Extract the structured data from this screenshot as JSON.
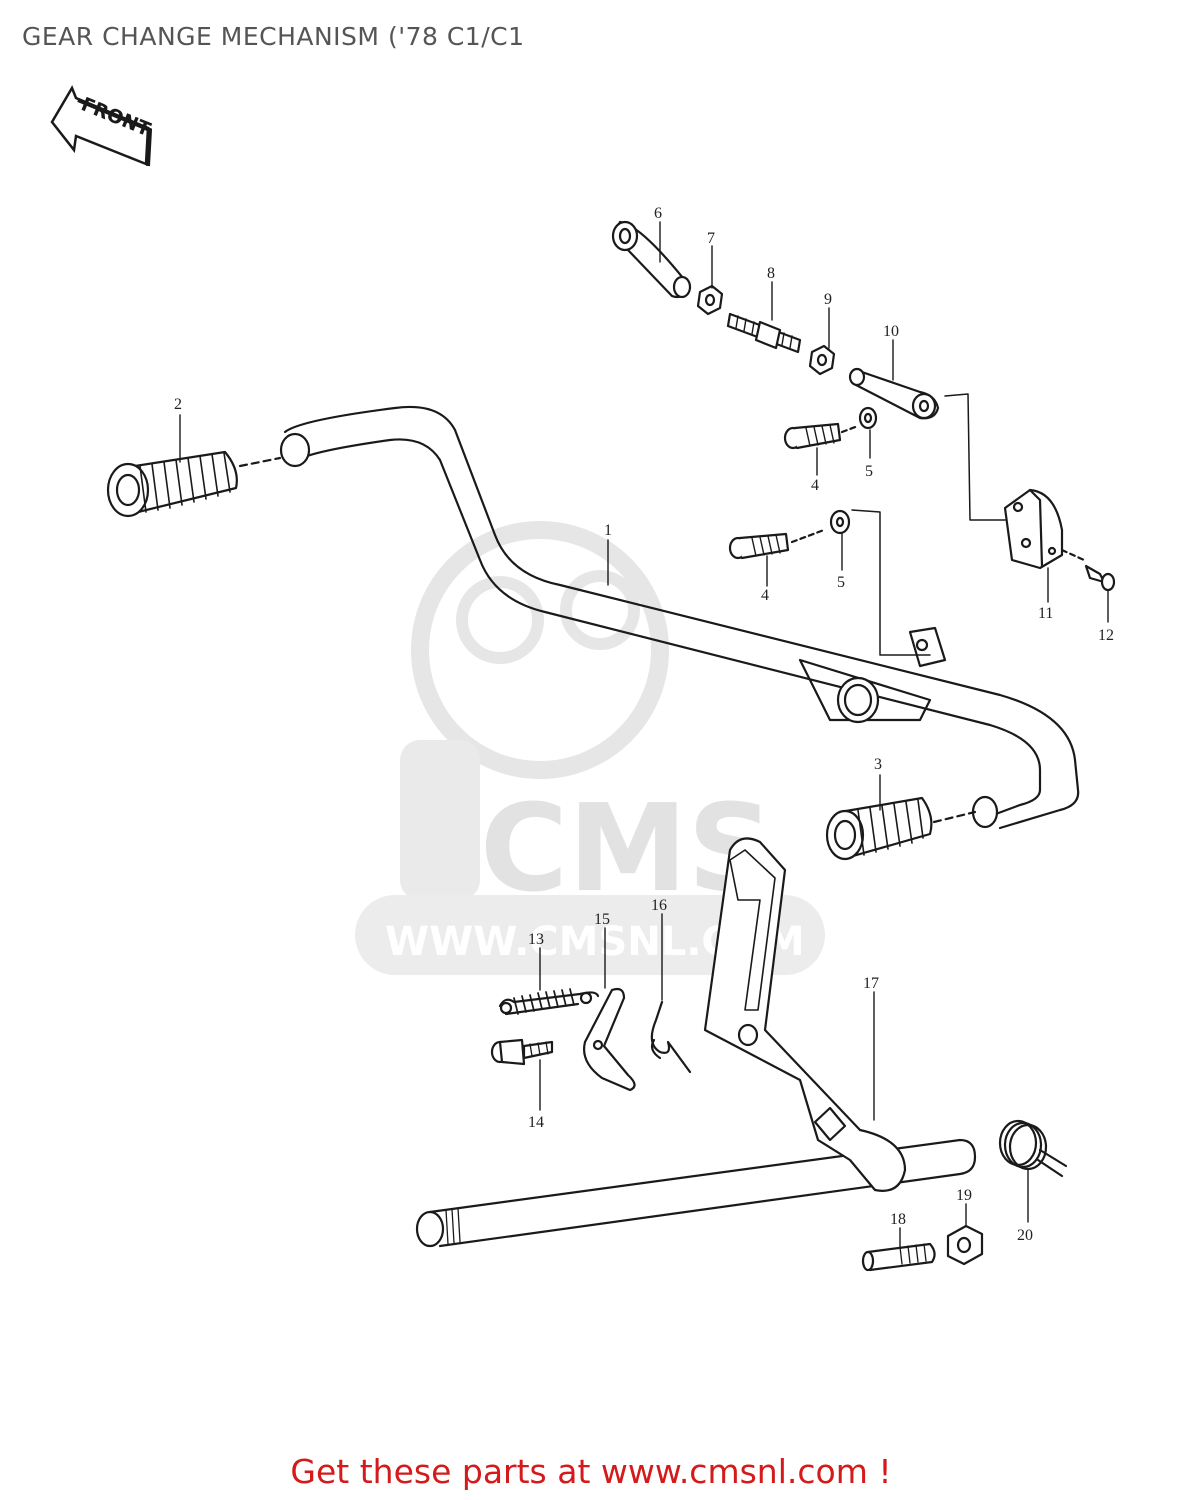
{
  "page": {
    "title": "GEAR CHANGE MECHANISM ('78 C1/C1",
    "front_badge": "FRONT",
    "footer_link": "Get these parts at www.cmsnl.com !"
  },
  "watermark": {
    "logo_text": "CMS",
    "url_text": "WWW.CMSNL.COM"
  },
  "callouts": {
    "c1": "1",
    "c2": "2",
    "c3": "3",
    "c4a": "4",
    "c4b": "4",
    "c5a": "5",
    "c5b": "5",
    "c6": "6",
    "c7": "7",
    "c8": "8",
    "c9": "9",
    "c10": "10",
    "c11": "11",
    "c12": "12",
    "c13": "13",
    "c14": "14",
    "c15": "15",
    "c16": "16",
    "c17": "17",
    "c18": "18",
    "c19": "19",
    "c20": "20"
  },
  "colors": {
    "line": "#1a1a1a",
    "title": "#555555",
    "footer": "#d41a1a",
    "watermark": "#e6e6e6"
  }
}
